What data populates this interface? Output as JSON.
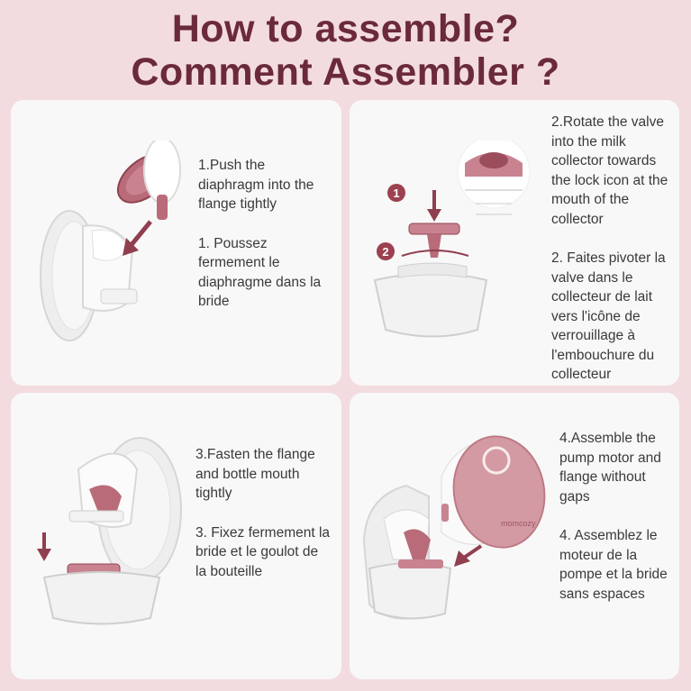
{
  "header": {
    "title_en": "How to assemble?",
    "title_fr": "Comment Assembler ?"
  },
  "steps": [
    {
      "en": "1.Push the diaphragm into the flange tightly",
      "fr": "1. Poussez fermement le diaphragme dans la bride"
    },
    {
      "en": "2.Rotate the valve into the milk collector towards the lock icon at the mouth of the collector",
      "fr": "2. Faites pivoter la valve dans le collecteur de lait vers l'icône de verrouillage à l'embouchure du collecteur",
      "markers": [
        "1",
        "2"
      ]
    },
    {
      "en": "3.Fasten the flange and bottle mouth tightly",
      "fr": "3. Fixez fermement la bride et le goulot de la bouteille"
    },
    {
      "en": "4.Assemble the pump motor and flange without gaps",
      "fr": "4. Assemblez le moteur de la pompe et la bride sans espaces",
      "brand": "momcozy"
    }
  ],
  "colors": {
    "background": "#f3dcdf",
    "title": "#6b2a3c",
    "accent": "#b4606f",
    "card": "#f9f8f8"
  }
}
